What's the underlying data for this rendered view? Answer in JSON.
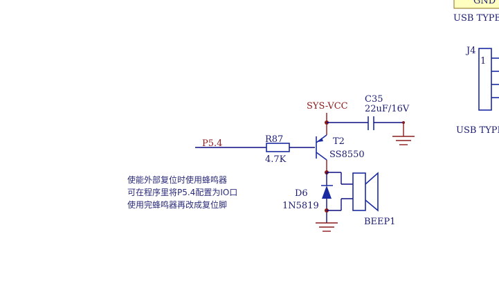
{
  "usb": {
    "top_pin_label": "GND",
    "top_caption": "USB TYPE",
    "connector_ref": "J4",
    "pin1": "1",
    "bottom_caption": "USB TYPE"
  },
  "nets": {
    "supply": "SYS-VCC",
    "input": "P5.4"
  },
  "capacitor": {
    "ref": "C35",
    "value": "22uF/16V"
  },
  "resistor": {
    "ref": "R87",
    "value": "4.7K"
  },
  "transistor": {
    "ref": "T2",
    "value": "SS8550"
  },
  "diode": {
    "ref": "D6",
    "value": "1N5819"
  },
  "buzzer": {
    "ref": "BEEP1"
  },
  "notes": [
    "使能外部复位时使用蜂鸣器",
    "可在程序里将P5.4配置为IO口",
    "使用完蜂鸣器再改成复位脚"
  ],
  "colors": {
    "wire": "#0b0b80",
    "net_label": "#8b1a1a",
    "component": "#1a2aa0",
    "usb_fill": "#ffffc0"
  }
}
